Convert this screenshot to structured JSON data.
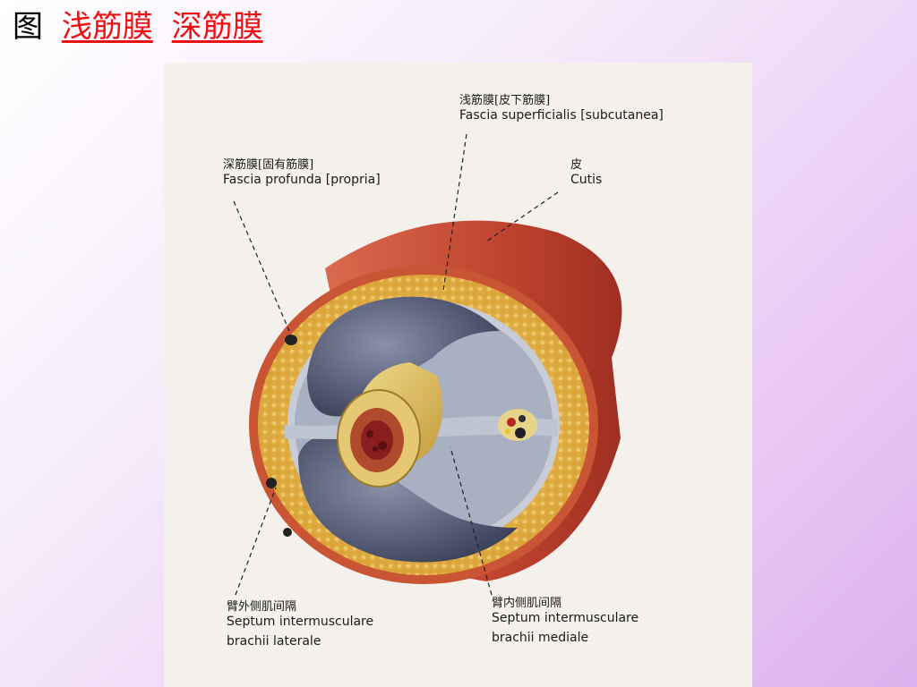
{
  "slide": {
    "title_prefix": "图",
    "title_term_1": "浅筋膜",
    "title_term_2": "深筋膜",
    "title_color": "#ee1111"
  },
  "figure": {
    "labels": {
      "superficial_fascia": {
        "zh": "浅筋膜[皮下筋膜]",
        "la": "Fascia superficialis [subcutanea]"
      },
      "deep_fascia": {
        "zh": "深筋膜[固有筋膜]",
        "la": "Fascia profunda [propria]"
      },
      "skin": {
        "zh": "皮",
        "la": "Cutis"
      },
      "lateral_septum": {
        "zh": "臂外侧肌间隔",
        "la_1": "Septum intermusculare",
        "la_2": "brachii laterale"
      },
      "medial_septum": {
        "zh": "臂内侧肌间隔",
        "la_1": "Septum intermusculare",
        "la_2": "brachii mediale"
      }
    },
    "colors": {
      "skin": "#c84a35",
      "fat": "#e9b84a",
      "fascia": "#b9bfcf",
      "muscle_compartment": "#4e5470",
      "bone": "#d8b85a",
      "marrow": "#8a1d1d"
    }
  }
}
